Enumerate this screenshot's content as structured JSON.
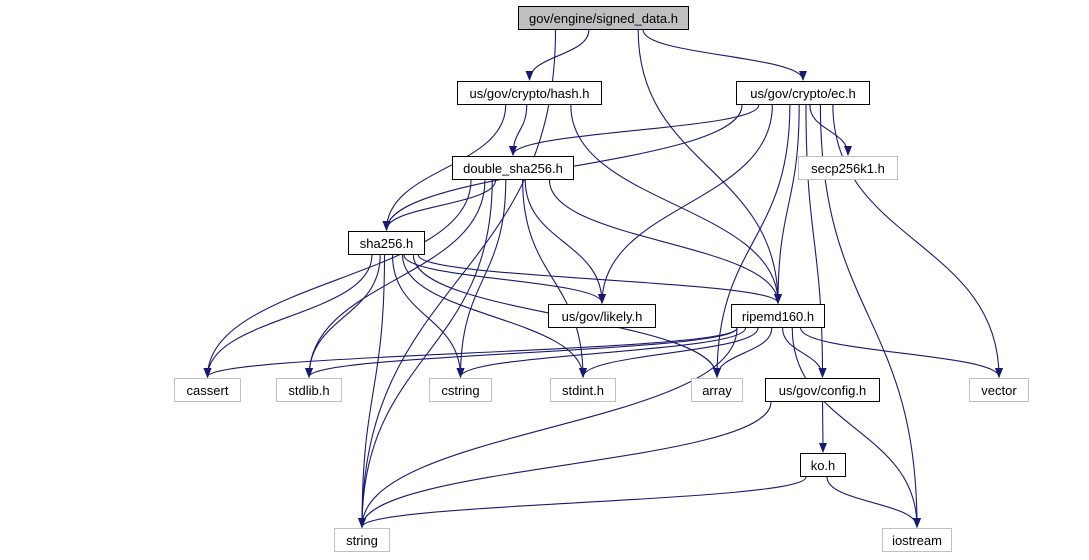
{
  "diagram": {
    "colors": {
      "edge": "#191970",
      "root_fill": "#bfbfbf",
      "local_border": "#000000",
      "system_border": "#c0c0c0"
    },
    "nodes": [
      {
        "id": "signed_data",
        "label": "gov/engine/signed_data.h",
        "kind": "root"
      },
      {
        "id": "hash",
        "label": "us/gov/crypto/hash.h",
        "kind": "local"
      },
      {
        "id": "ec",
        "label": "us/gov/crypto/ec.h",
        "kind": "local"
      },
      {
        "id": "double_sha256",
        "label": "double_sha256.h",
        "kind": "local"
      },
      {
        "id": "secp256k1",
        "label": "secp256k1.h",
        "kind": "system"
      },
      {
        "id": "sha256",
        "label": "sha256.h",
        "kind": "local"
      },
      {
        "id": "likely",
        "label": "us/gov/likely.h",
        "kind": "local"
      },
      {
        "id": "ripemd160",
        "label": "ripemd160.h",
        "kind": "local"
      },
      {
        "id": "cassert",
        "label": "cassert",
        "kind": "system"
      },
      {
        "id": "stdlib",
        "label": "stdlib.h",
        "kind": "system"
      },
      {
        "id": "cstring",
        "label": "cstring",
        "kind": "system"
      },
      {
        "id": "stdint",
        "label": "stdint.h",
        "kind": "system"
      },
      {
        "id": "array",
        "label": "array",
        "kind": "system"
      },
      {
        "id": "config",
        "label": "us/gov/config.h",
        "kind": "local"
      },
      {
        "id": "vector",
        "label": "vector",
        "kind": "system"
      },
      {
        "id": "ko",
        "label": "ko.h",
        "kind": "local"
      },
      {
        "id": "string",
        "label": "string",
        "kind": "system"
      },
      {
        "id": "iostream",
        "label": "iostream",
        "kind": "system"
      }
    ],
    "edges": [
      [
        "signed_data",
        "hash"
      ],
      [
        "signed_data",
        "ec"
      ],
      [
        "signed_data",
        "ripemd160"
      ],
      [
        "signed_data",
        "string"
      ],
      [
        "hash",
        "double_sha256"
      ],
      [
        "hash",
        "sha256"
      ],
      [
        "hash",
        "ripemd160"
      ],
      [
        "ec",
        "double_sha256"
      ],
      [
        "ec",
        "sha256"
      ],
      [
        "ec",
        "secp256k1"
      ],
      [
        "ec",
        "likely"
      ],
      [
        "ec",
        "ripemd160"
      ],
      [
        "ec",
        "array"
      ],
      [
        "ec",
        "config"
      ],
      [
        "ec",
        "vector"
      ],
      [
        "ec",
        "iostream"
      ],
      [
        "double_sha256",
        "sha256"
      ],
      [
        "double_sha256",
        "likely"
      ],
      [
        "double_sha256",
        "ripemd160"
      ],
      [
        "double_sha256",
        "cassert"
      ],
      [
        "double_sha256",
        "stdlib"
      ],
      [
        "double_sha256",
        "cstring"
      ],
      [
        "double_sha256",
        "stdint"
      ],
      [
        "double_sha256",
        "string"
      ],
      [
        "sha256",
        "likely"
      ],
      [
        "sha256",
        "ripemd160"
      ],
      [
        "sha256",
        "cassert"
      ],
      [
        "sha256",
        "stdlib"
      ],
      [
        "sha256",
        "cstring"
      ],
      [
        "sha256",
        "stdint"
      ],
      [
        "sha256",
        "array"
      ],
      [
        "sha256",
        "string"
      ],
      [
        "ripemd160",
        "cassert"
      ],
      [
        "ripemd160",
        "stdlib"
      ],
      [
        "ripemd160",
        "cstring"
      ],
      [
        "ripemd160",
        "stdint"
      ],
      [
        "ripemd160",
        "array"
      ],
      [
        "ripemd160",
        "config"
      ],
      [
        "ripemd160",
        "vector"
      ],
      [
        "ripemd160",
        "string"
      ],
      [
        "ripemd160",
        "iostream"
      ],
      [
        "config",
        "ko"
      ],
      [
        "config",
        "string"
      ],
      [
        "ko",
        "string"
      ],
      [
        "ko",
        "iostream"
      ]
    ]
  }
}
